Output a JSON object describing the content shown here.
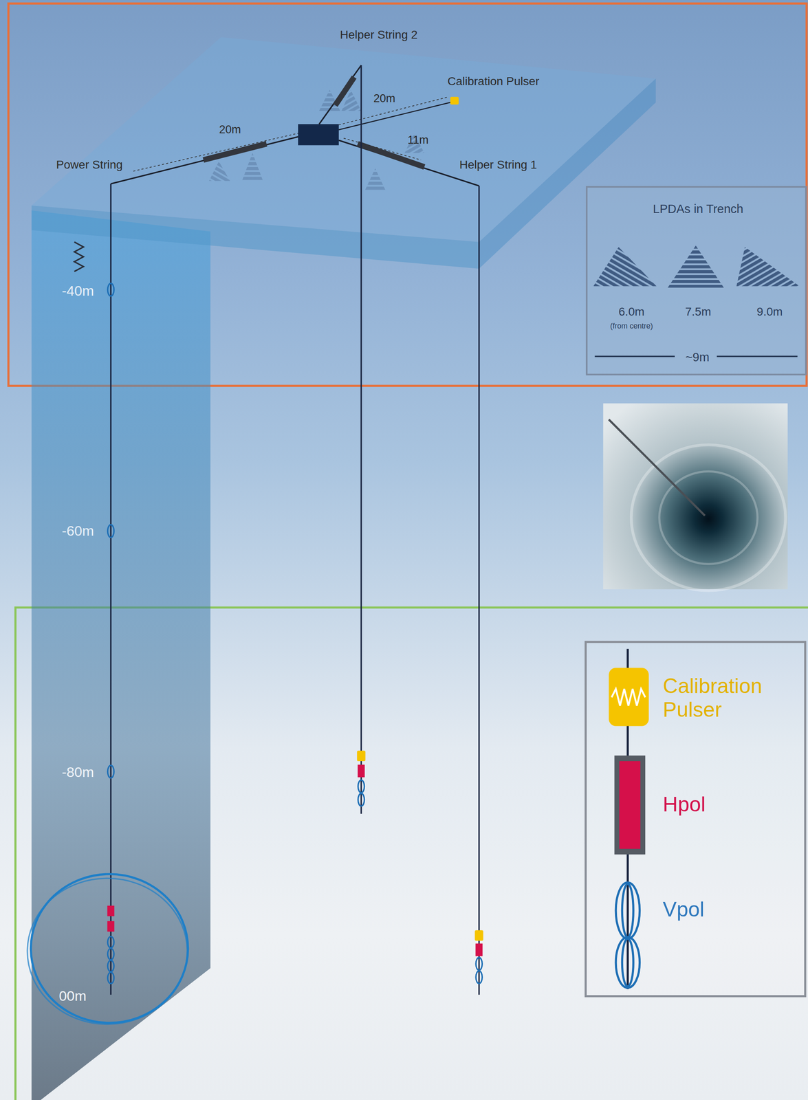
{
  "diagram": {
    "nodes": [
      {
        "text": [
          "LPDAs in Trench",
          "6.0m",
          "(from centre)",
          "7.5m",
          "9.0m",
          "~9m"
        ]
      }
    ],
    "labels": [
      "Helper String 2",
      "Calibration Pulser",
      "20m",
      "20m",
      "11m",
      "Power String",
      "Helper String 1",
      "-40m",
      "-60m",
      "-80m",
      "00m"
    ],
    "legend": [
      {
        "text": "Calibration Pulser"
      },
      {
        "text": "Hpol"
      },
      {
        "text": "Vpol"
      }
    ]
  }
}
